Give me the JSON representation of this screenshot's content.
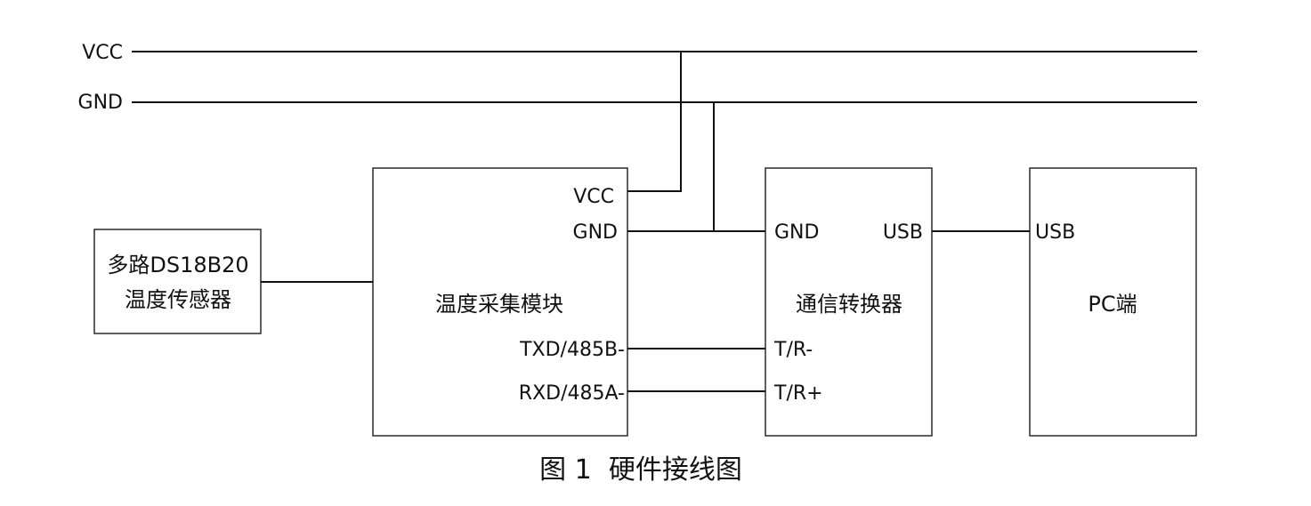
{
  "rails": {
    "vcc": "VCC",
    "gnd": "GND"
  },
  "sensor": {
    "line1": "多路DS18B20",
    "line2": "温度传感器"
  },
  "acquisition_module": {
    "title": "温度采集模块",
    "pins": {
      "vcc": "VCC",
      "gnd": "GND",
      "txd": "TXD/485B-",
      "rxd": "RXD/485A-"
    }
  },
  "converter": {
    "title": "通信转换器",
    "pins": {
      "gnd": "GND",
      "usb": "USB",
      "tr_minus": "T/R-",
      "tr_plus": "T/R+"
    }
  },
  "pc": {
    "title": "PC端",
    "pins": {
      "usb": "USB"
    }
  },
  "caption": "图 1  硬件接线图"
}
